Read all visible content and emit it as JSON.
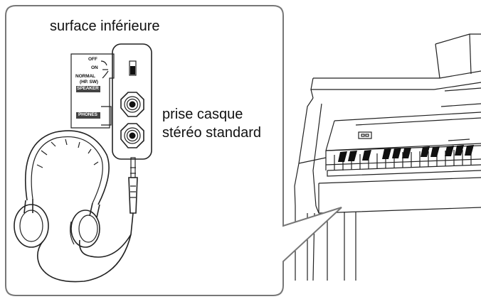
{
  "labels": {
    "surface": "surface inférieure",
    "jack_line1": "prise casque",
    "jack_line2": "stéréo standard"
  },
  "panel": {
    "off": "OFF",
    "on": "ON",
    "normal": "NORMAL",
    "hpsw": "(HP. SW)",
    "speaker": "SPEAKER",
    "phones": "PHONES"
  },
  "colors": {
    "callout_border": "#777777",
    "line": "#222222",
    "label_inverse_bg": "#444444"
  }
}
